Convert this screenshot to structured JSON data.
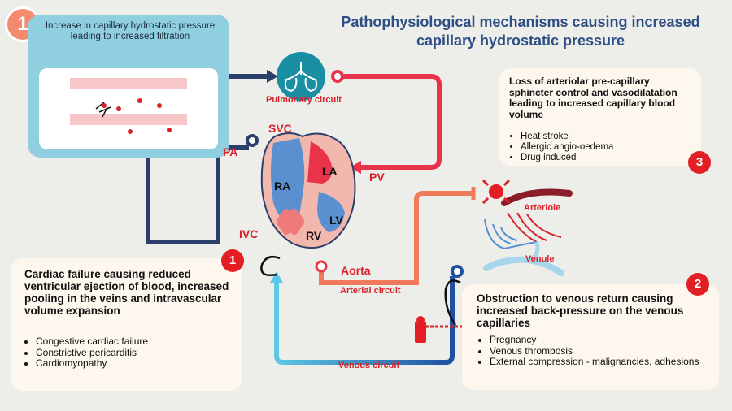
{
  "title": "Pathophysiological mechanisms causing increased capillary hydrostatic pressure",
  "badge_main": "1",
  "box1": {
    "text": "Increase in capillary hydrostatic pressure leading to increased filtration"
  },
  "circuits": {
    "pulmonary": "Pulmonary circuit",
    "arterial": "Arterial circuit",
    "venous": "Venous circuit"
  },
  "vessels": {
    "svc": "SVC",
    "pa": "PA",
    "pv": "PV",
    "ivc": "IVC",
    "aorta": "Aorta",
    "arteriole": "Arteriole",
    "venule": "Venule"
  },
  "chambers": {
    "ra": "RA",
    "la": "LA",
    "rv": "RV",
    "lv": "LV"
  },
  "card1": {
    "badge": "1",
    "title": "Cardiac failure causing reduced ventricular ejection of blood, increased  pooling in the veins and intravascular volume expansion",
    "items": [
      "Congestive cardiac failure",
      "Constrictive pericarditis",
      "Cardiomyopathy"
    ]
  },
  "card2": {
    "badge": "2",
    "title": "Obstruction to venous return causing increased back-pressure on the venous capillaries",
    "items": [
      "Pregnancy",
      "Venous thrombosis",
      "External compression - malignancies, adhesions"
    ]
  },
  "card3": {
    "badge": "3",
    "title": "Loss of arteriolar pre-capillary sphincter control and vasodilatation leading to increased capillary blood volume",
    "items": [
      "Heat stroke",
      "Allergic angio-oedema",
      "Drug induced"
    ]
  },
  "colors": {
    "arterial": "#e8334a",
    "venous": "#1f4fa0",
    "navy": "#2b3f6b",
    "title": "#2e4f86",
    "badge": "#e31e24"
  }
}
